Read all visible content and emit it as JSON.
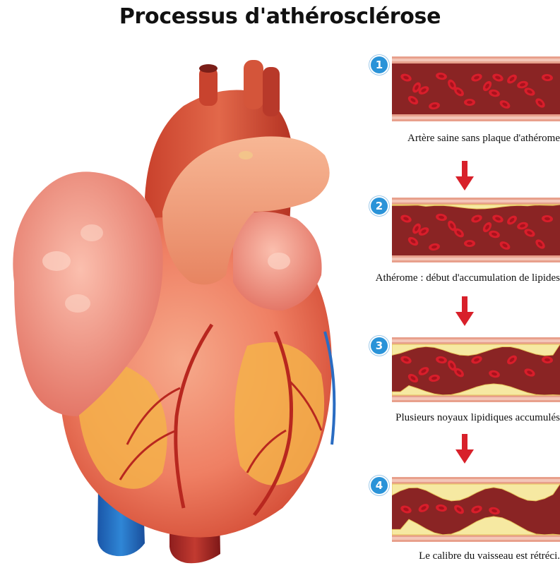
{
  "title": "Processus d'athérosclérose",
  "colors": {
    "badge": "#2a93d8",
    "arrow": "#d8202a",
    "vessel_wall": "#e8a08c",
    "lumen": "#8a2424",
    "red_cell": "#d81e2b",
    "plaque": "#f6e9a2"
  },
  "stages": [
    {
      "number": "1",
      "caption": "Artère saine sans plaque d'athérome",
      "plaque": "none"
    },
    {
      "number": "2",
      "caption": "Athérome : début d'accumulation de lipides",
      "plaque": "thin"
    },
    {
      "number": "3",
      "caption": "Plusieurs noyaux lipidiques accumulés",
      "plaque": "medium"
    },
    {
      "number": "4",
      "caption": "Le calibre du vaisseau est rétréci.",
      "plaque": "thick"
    }
  ],
  "icons": [
    "heart-illustration",
    "artery-cross-section",
    "down-arrow-icon"
  ]
}
